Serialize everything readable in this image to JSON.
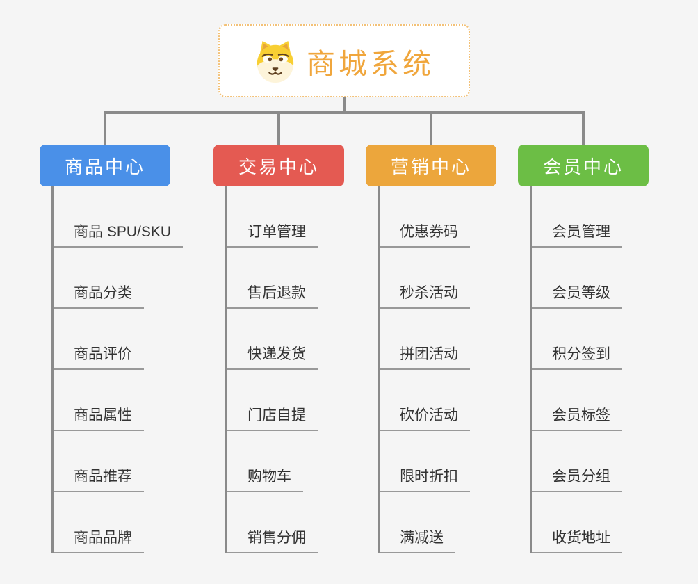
{
  "root": {
    "title": "商城系统",
    "icon": "dog-face-icon"
  },
  "branches": [
    {
      "label": "商品中心",
      "color": "#4a90e8",
      "items": [
        "商品 SPU/SKU",
        "商品分类",
        "商品评价",
        "商品属性",
        "商品推荐",
        "商品品牌"
      ]
    },
    {
      "label": "交易中心",
      "color": "#e45a52",
      "items": [
        "订单管理",
        "售后退款",
        "快递发货",
        "门店自提",
        "购物车",
        "销售分佣"
      ]
    },
    {
      "label": "营销中心",
      "color": "#eca63c",
      "items": [
        "优惠券码",
        "秒杀活动",
        "拼团活动",
        "砍价活动",
        "限时折扣",
        "满减送"
      ]
    },
    {
      "label": "会员中心",
      "color": "#6cbe45",
      "items": [
        "会员管理",
        "会员等级",
        "积分签到",
        "会员标签",
        "会员分组",
        "收货地址"
      ]
    }
  ],
  "colors": {
    "background": "#f5f5f5",
    "connector": "#8a8a8a",
    "item_underline": "#999999",
    "item_text": "#333333",
    "root_text": "#f0a63c",
    "root_border": "#f3c177",
    "header_text": "#ffffff"
  }
}
